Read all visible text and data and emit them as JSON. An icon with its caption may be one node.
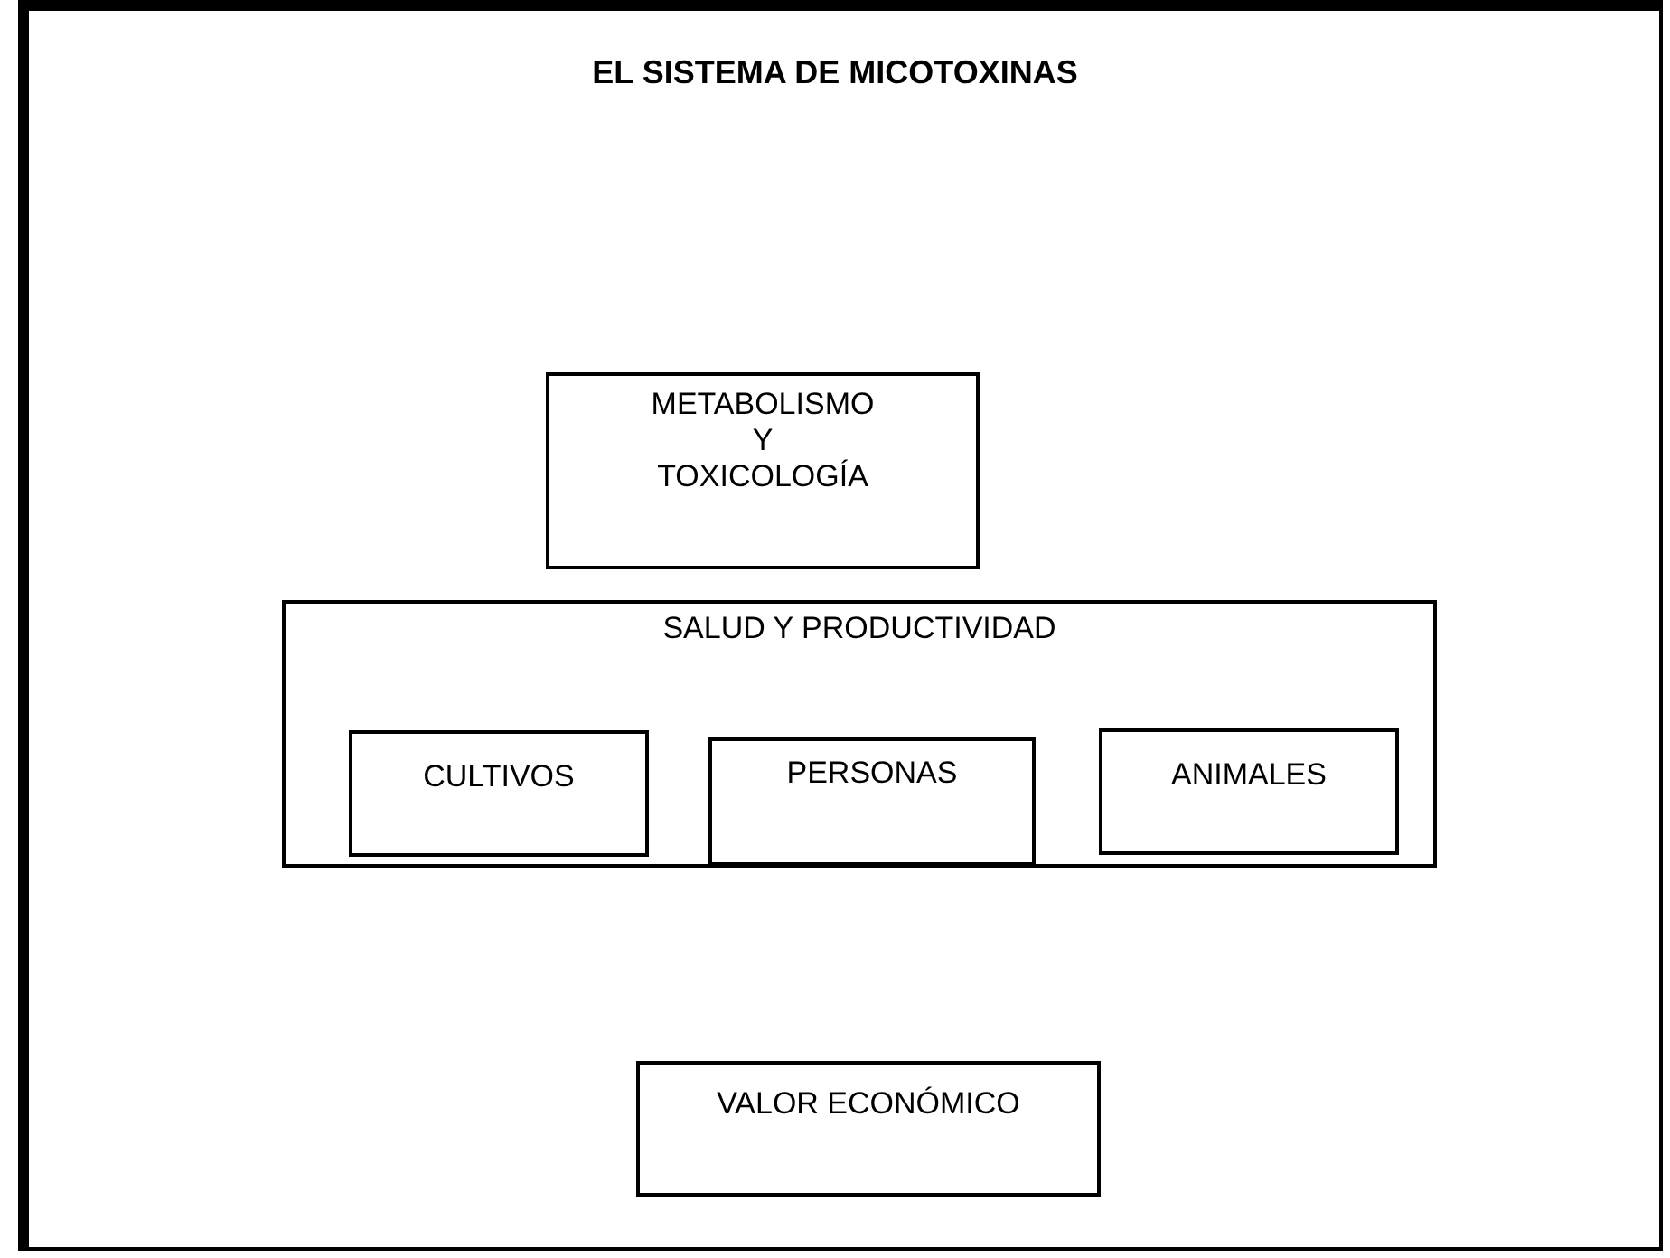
{
  "diagram": {
    "title": "EL SISTEMA DE MICOTOXINAS",
    "nodes": [
      {
        "text": [
          "METABOLISMO Y TOXICOLOGÍA"
        ]
      },
      {
        "text": [
          "SALUD Y PRODUCTIVIDAD"
        ]
      },
      {
        "text": [
          "CULTIVOS"
        ],
        "in": 1
      },
      {
        "text": [
          "PERSONAS"
        ],
        "in": 1
      },
      {
        "text": [
          "ANIMALES"
        ],
        "in": 1
      },
      {
        "text": [
          "VALOR ECONÓMICO"
        ]
      }
    ],
    "edges": []
  }
}
